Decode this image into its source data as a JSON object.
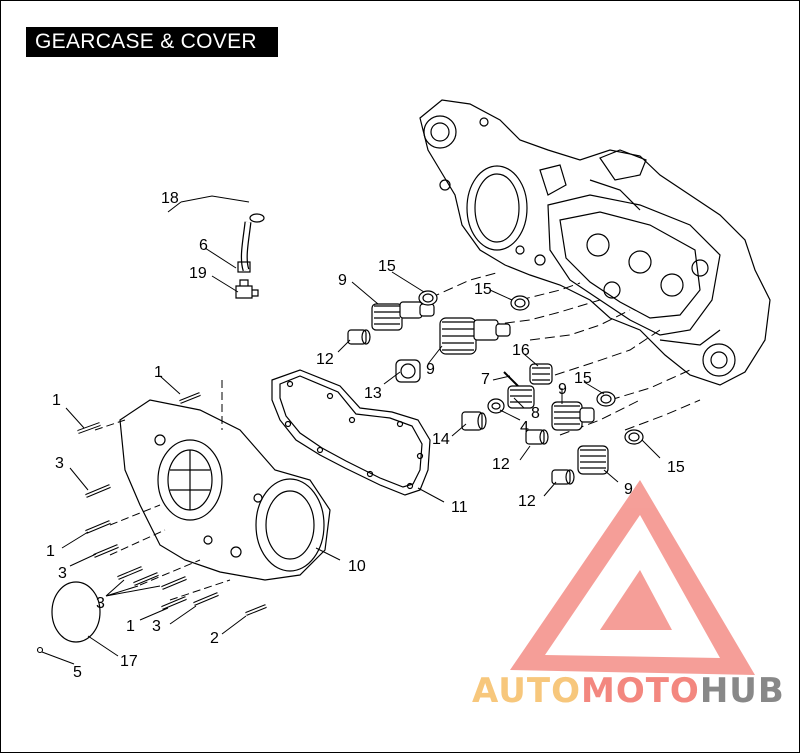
{
  "title": "GEARCASE & COVER",
  "watermark": {
    "part1": "AUTO",
    "part2": "MOTO",
    "part3": "HUB",
    "color1": "#f7c77c",
    "color2": "#f3877f",
    "color3": "#888888",
    "logo_color": "#f3877f"
  },
  "callouts": [
    {
      "id": "c18",
      "label": "18"
    },
    {
      "id": "c6",
      "label": "6"
    },
    {
      "id": "c19",
      "label": "19"
    },
    {
      "id": "c15a",
      "label": "15"
    },
    {
      "id": "c9a",
      "label": "9"
    },
    {
      "id": "c15b",
      "label": "15"
    },
    {
      "id": "c12a",
      "label": "12"
    },
    {
      "id": "c16",
      "label": "16"
    },
    {
      "id": "c9b",
      "label": "9"
    },
    {
      "id": "c13",
      "label": "13"
    },
    {
      "id": "c7",
      "label": "7"
    },
    {
      "id": "c9c",
      "label": "9"
    },
    {
      "id": "c15c",
      "label": "15"
    },
    {
      "id": "c8",
      "label": "8"
    },
    {
      "id": "c4",
      "label": "4"
    },
    {
      "id": "c14",
      "label": "14"
    },
    {
      "id": "c12b",
      "label": "12"
    },
    {
      "id": "c15d",
      "label": "15"
    },
    {
      "id": "c12c",
      "label": "12"
    },
    {
      "id": "c9d",
      "label": "9"
    },
    {
      "id": "c1a",
      "label": "1"
    },
    {
      "id": "c1b",
      "label": "1"
    },
    {
      "id": "c3a",
      "label": "3"
    },
    {
      "id": "c11",
      "label": "11"
    },
    {
      "id": "c1c",
      "label": "1"
    },
    {
      "id": "c10",
      "label": "10"
    },
    {
      "id": "c3b",
      "label": "3"
    },
    {
      "id": "c3c",
      "label": "3"
    },
    {
      "id": "c1d",
      "label": "1"
    },
    {
      "id": "c3d",
      "label": "3"
    },
    {
      "id": "c2",
      "label": "2"
    },
    {
      "id": "c17",
      "label": "17"
    },
    {
      "id": "c5",
      "label": "5"
    }
  ]
}
